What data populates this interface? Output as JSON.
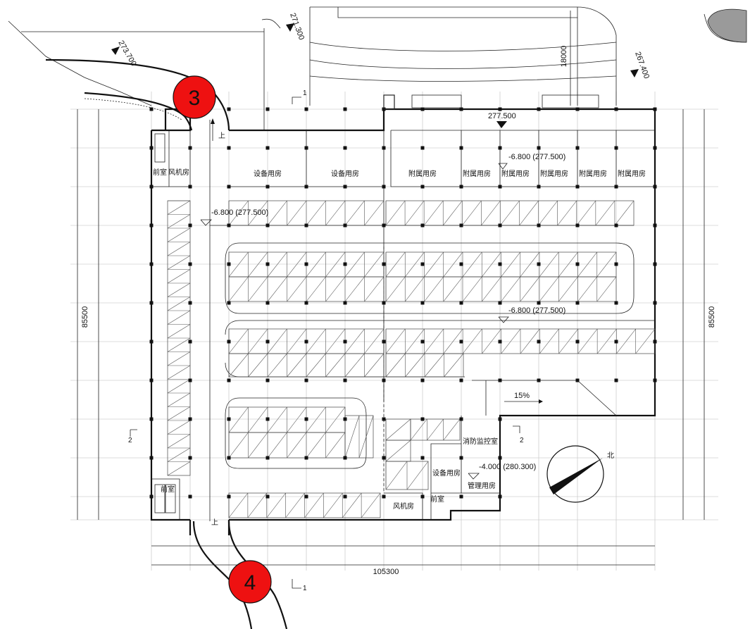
{
  "plan": {
    "grid_bays_h": [
      "8100",
      "8100",
      "8100",
      "8100",
      "8100",
      "8100",
      "8100",
      "8100",
      "8100",
      "8100",
      "8100",
      "8100",
      "8100"
    ],
    "grid_bays_v": [
      "8100",
      "8100",
      "8100",
      "8100",
      "8100",
      "8100",
      "8100",
      "8100",
      "8100",
      "8100",
      "4500"
    ],
    "total_width": "105300",
    "total_height": "85500",
    "top_dim": "18000",
    "levels": {
      "top_road": "277.500",
      "level_a": "-6.800 (277.500)",
      "level_b": "-6.800 (277.500)",
      "level_c": "-6.800 (277.500)",
      "level_d": "-4.000 (280.300)",
      "ext_1": "273.700",
      "ext_2": "271.300",
      "ext_3": "267.400"
    },
    "slope": "15%",
    "ramp_up": "上",
    "north": "北",
    "markers": [
      "3",
      "4"
    ],
    "section_marks": [
      "1",
      "2",
      "1",
      "2"
    ],
    "rooms": {
      "qianshi": "前室",
      "fengjifang": "风机房",
      "shebei": "设备用房",
      "fushu": "附属用房",
      "xiaofang": "消防监控室",
      "guanli": "管理用房"
    }
  }
}
